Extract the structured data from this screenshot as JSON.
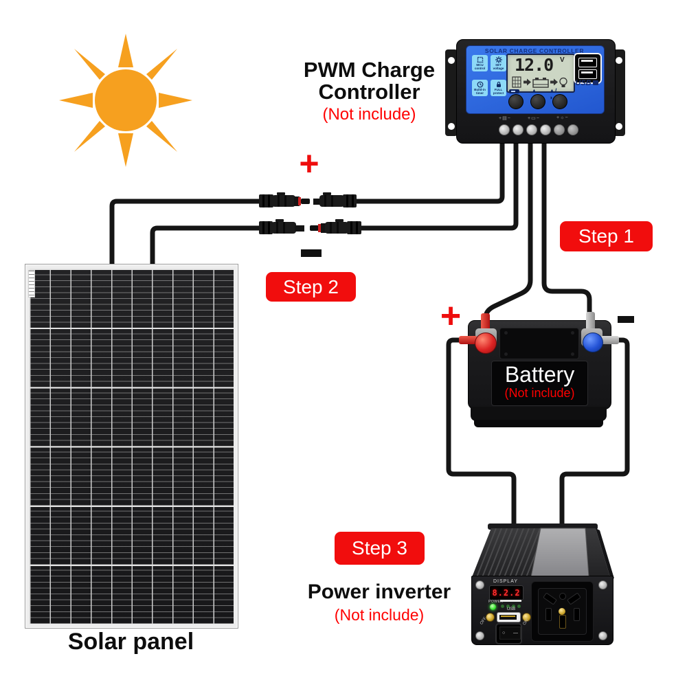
{
  "colors": {
    "step_red": "#f10d0d",
    "note_red": "#ff0000",
    "sun_orange": "#f6a01f",
    "controller_blue": "#2f6cdf",
    "wire_black": "#151515"
  },
  "sun": {
    "icon": "sun-icon"
  },
  "solar_panel": {
    "label": "Solar panel"
  },
  "pv_connectors": {
    "positive": "+",
    "negative": "−"
  },
  "steps": {
    "step1": "Step 1",
    "step2": "Step 2",
    "step3": "Step 3"
  },
  "controller": {
    "title_line1": "PWM Charge",
    "title_line2": "Controller",
    "note": "(Not include)",
    "panel_header": "SOLAR CHARGE CONTROLLER",
    "lcd_value": "12.0",
    "lcd_unit": "V",
    "features": [
      {
        "icon": "chip-icon",
        "label": "MCU control"
      },
      {
        "icon": "gear-icon",
        "label": "SET voltage"
      },
      {
        "icon": "clock-icon",
        "label": "Build-in timer"
      },
      {
        "icon": "lock-icon",
        "label": "FULL protect"
      }
    ],
    "usb_label": "USB",
    "hint_icons": [
      "▲",
      "▲/◑"
    ],
    "terminal_marks": [
      "+▤−",
      "+▭−",
      "+☼−"
    ]
  },
  "battery": {
    "label": "Battery",
    "note": "(Not include)",
    "positive": "+",
    "negative": "−"
  },
  "inverter": {
    "label": "Power inverter",
    "note": "(Not include)",
    "display_label": "DISPLAY",
    "display_value": "8.2.2",
    "power_label": "POWER",
    "usb_label": "USB",
    "off_label": "OFF",
    "on_label": "ON",
    "rocker_symbols": [
      "○",
      "—"
    ]
  }
}
